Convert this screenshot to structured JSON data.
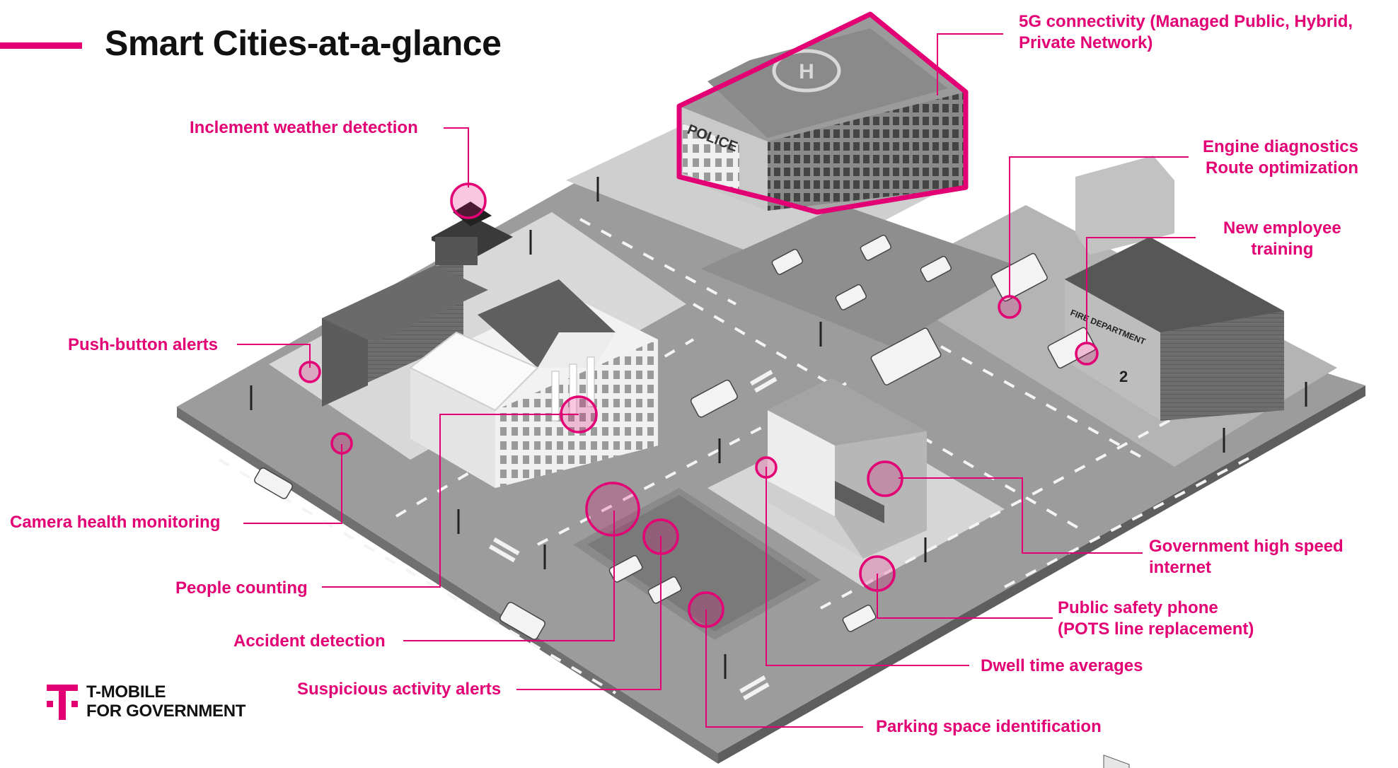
{
  "title": "Smart Cities-at-a-glance",
  "brand": {
    "line1": "T-MOBILE",
    "line2": "FOR GOVERNMENT",
    "color": "#e20074"
  },
  "signs": {
    "police": "POLICE",
    "fire": "FIRE DEPARTMENT",
    "fire_number": "2"
  },
  "labels": {
    "connectivity_5g_line1": "5G connectivity (Managed Public, Hybrid,",
    "connectivity_5g_line2": "Private Network)",
    "engine_diag_line1": "Engine diagnostics",
    "engine_diag_line2": "Route optimization",
    "employee_training_line1": "New employee",
    "employee_training_line2": "training",
    "weather": "Inclement weather detection",
    "push_button": "Push-button alerts",
    "camera_health": "Camera health monitoring",
    "people_counting": "People counting",
    "accident": "Accident detection",
    "suspicious": "Suspicious activity alerts",
    "gov_internet_line1": "Government high speed",
    "gov_internet_line2": "internet",
    "phone_line1": "Public safety phone",
    "phone_line2": "(POTS line replacement)",
    "dwell": "Dwell time averages",
    "parking": "Parking space identification"
  }
}
